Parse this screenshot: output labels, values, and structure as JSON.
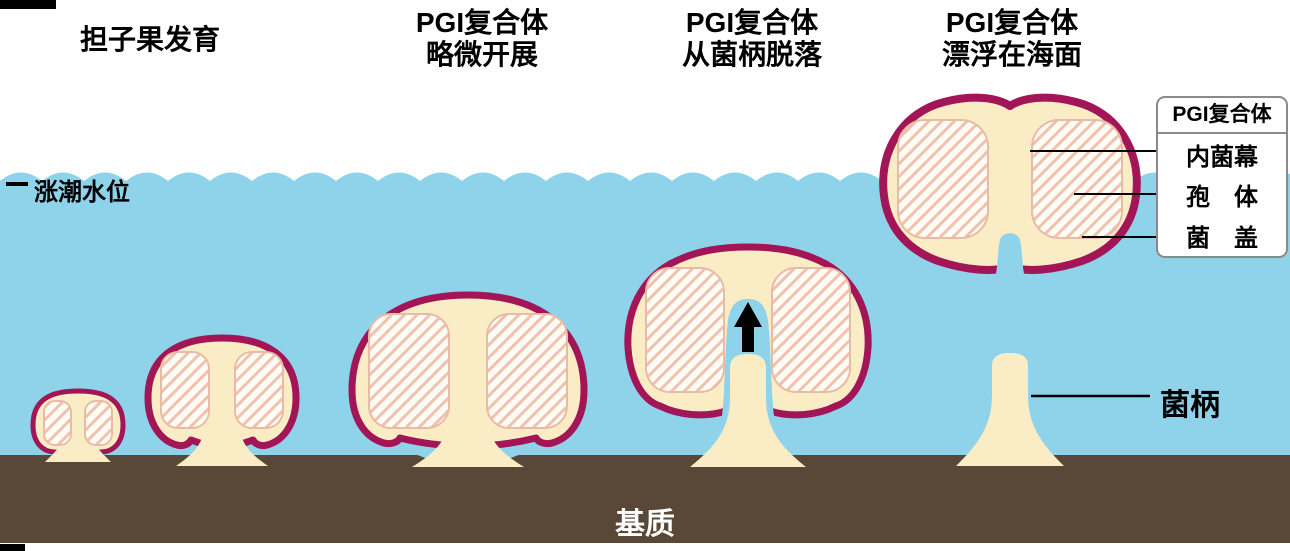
{
  "figure": {
    "stages": [
      {
        "label": "担子果发育"
      },
      {
        "label": "PGI复合体\n略微开展"
      },
      {
        "label": "PGI复合体\n从菌柄脱落"
      },
      {
        "label": "PGI复合体\n漂浮在海面"
      }
    ],
    "annotations": {
      "tide_level": "涨潮水位",
      "substrate": "基质",
      "stipe": "菌柄"
    },
    "legend": {
      "title": "PGI复合体",
      "items": [
        "内菌幕",
        "孢　体",
        "菌　盖"
      ]
    }
  },
  "colors": {
    "water": "#8FD3EB",
    "substrate": "#594738",
    "cream": "#FAEDC6",
    "maroon": "#A21557",
    "hatch-line": "#F0C2AE",
    "hatch-bg": "#FFFDF6",
    "lobe-edge": "#E9BBA6"
  }
}
